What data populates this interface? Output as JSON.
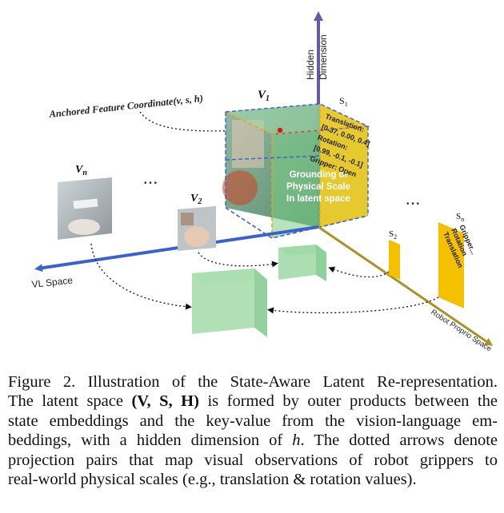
{
  "diagram": {
    "axes": {
      "hidden_label_1": "Hidden",
      "hidden_label_2": "Dimension",
      "vl_label": "VL Space",
      "robot_label": "Robot Proprio Space"
    },
    "anchor_label": "Anchored Feature Coordinate(v, s, h)",
    "frames": {
      "v1": "V",
      "v1_sub": "1",
      "v2": "V",
      "v2_sub": "2",
      "vn": "V",
      "vn_sub": "n",
      "dots": "• • •"
    },
    "cube": {
      "line1": "Grounding of",
      "line2": "Physical Scale",
      "line3": "In latent space"
    },
    "states": {
      "s1": "S",
      "s1_sub": "1",
      "s1_lines": [
        "Translation:",
        "[0.37, 0.00, 0.4]",
        "Rotation:",
        "[0.99, -0.1, -0.1]",
        "Gripper: Open"
      ],
      "s2": "S",
      "s2_sub": "2",
      "sn": "S",
      "sn_sub": "n",
      "sn_lines": [
        "Translation",
        "Rotation",
        "Gripper..."
      ],
      "dots": "• • •"
    },
    "colors": {
      "vl_axis": "#3a62c8",
      "robot_axis": "#a8922a",
      "hidden_axis": "#6a5aa6",
      "state_yellow": "#f5c000",
      "cube_green": "#7ccd86"
    }
  },
  "caption": {
    "l1": "Figure 2. Illustration of the State-Aware Latent Re-representation.",
    "l2a": "The latent space ",
    "l2b": "(V, S, H)",
    "l2c": " is formed by outer products between the",
    "l3": "state embeddings and the key-value from the vision-language em-",
    "l4a": "beddings, with a hidden dimension of ",
    "l4b": "h",
    "l4c": ". The dotted arrows denote",
    "l5": "projection pairs that map visual observations of robot grippers to",
    "l6": "real-world physical scales (e.g., translation & rotation values)."
  }
}
